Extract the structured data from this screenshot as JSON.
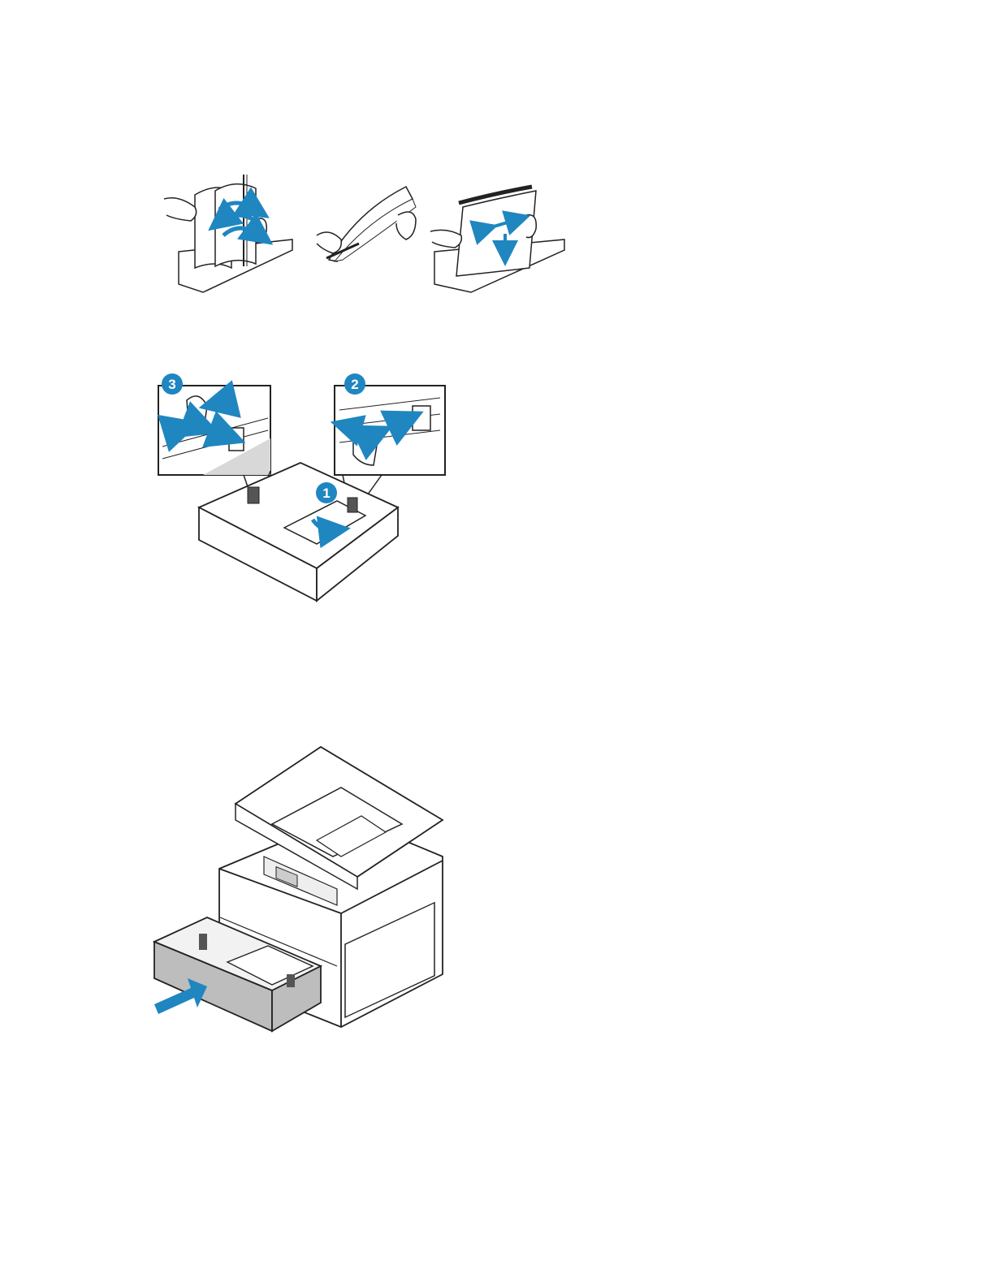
{
  "page": {
    "background": "#ffffff",
    "accent_color": "#1f86c0",
    "line_color": "#222222"
  },
  "figures": [
    {
      "id": "paper-fanning",
      "steps": [
        {
          "icon": "flex-stack-icon"
        },
        {
          "icon": "fan-edge-icon"
        },
        {
          "icon": "align-stack-icon"
        }
      ]
    },
    {
      "id": "tray-loading",
      "callouts": {
        "step1": "1",
        "step2": "2",
        "step3": "3"
      }
    },
    {
      "id": "tray-insert",
      "icon": "insert-arrow-icon"
    }
  ]
}
